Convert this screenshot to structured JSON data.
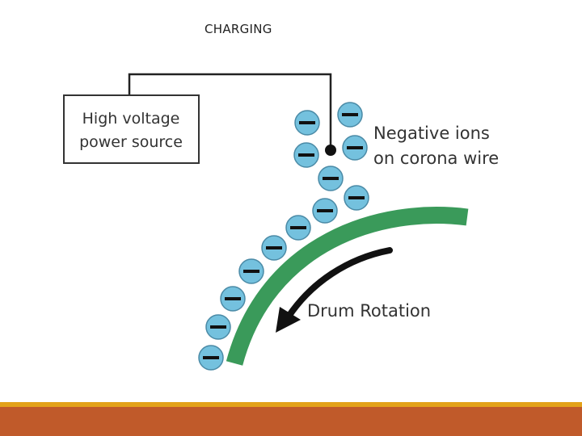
{
  "slide": {
    "title": "CHARGING"
  },
  "diagram": {
    "power_source_label": [
      "High voltage",
      "power source"
    ],
    "corona_label": [
      "Negative ions",
      "on corona wire"
    ],
    "rotation_label": "Drum Rotation",
    "ion_symbol": "minus",
    "colors": {
      "ion_fill": "#74c1de",
      "ion_stroke": "#4a8aa6",
      "drum": "#3a9a5a",
      "wire": "#222222",
      "footer_gold": "#e3a21a",
      "footer_bar": "#c05a2a"
    }
  }
}
